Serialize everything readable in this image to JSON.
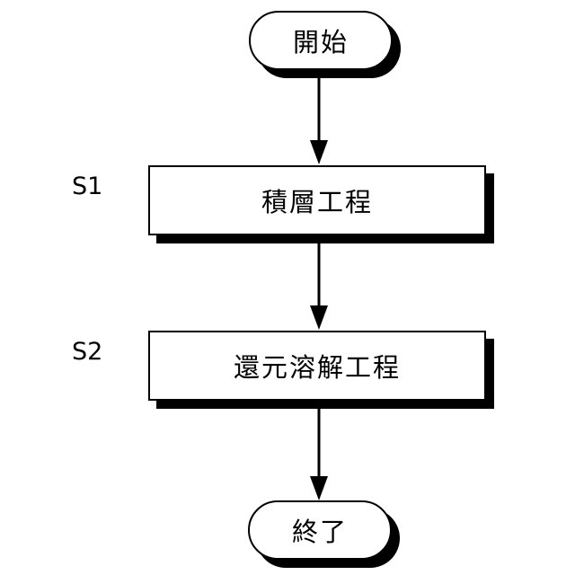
{
  "flowchart": {
    "start": "開始",
    "steps": [
      {
        "id": "S1",
        "label": "積層工程"
      },
      {
        "id": "S2",
        "label": "還元溶解工程"
      }
    ],
    "end": "終了"
  }
}
